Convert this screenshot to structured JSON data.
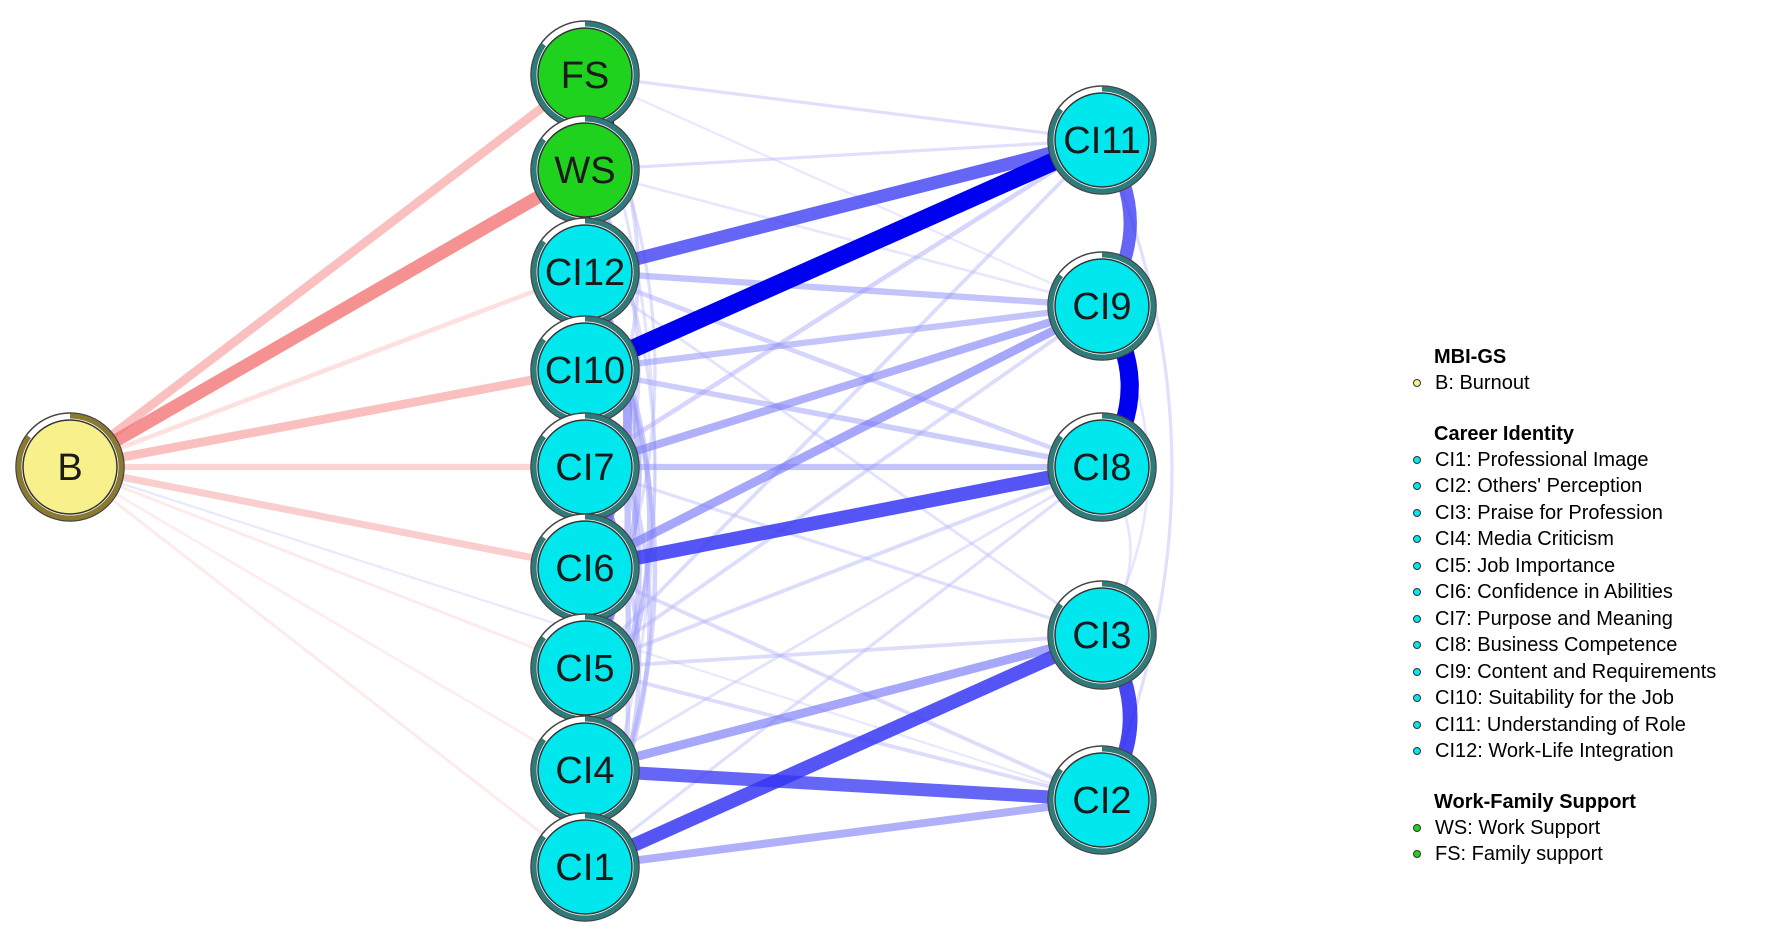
{
  "network": {
    "nodes": [
      {
        "id": "B",
        "label": "B",
        "group": "MBI-GS"
      },
      {
        "id": "FS",
        "label": "FS",
        "group": "Work-Family Support"
      },
      {
        "id": "WS",
        "label": "WS",
        "group": "Work-Family Support"
      },
      {
        "id": "CI12",
        "label": "CI12",
        "group": "Career Identity"
      },
      {
        "id": "CI10",
        "label": "CI10",
        "group": "Career Identity"
      },
      {
        "id": "CI7",
        "label": "CI7",
        "group": "Career Identity"
      },
      {
        "id": "CI6",
        "label": "CI6",
        "group": "Career Identity"
      },
      {
        "id": "CI5",
        "label": "CI5",
        "group": "Career Identity"
      },
      {
        "id": "CI4",
        "label": "CI4",
        "group": "Career Identity"
      },
      {
        "id": "CI1",
        "label": "CI1",
        "group": "Career Identity"
      },
      {
        "id": "CI11",
        "label": "CI11",
        "group": "Career Identity"
      },
      {
        "id": "CI9",
        "label": "CI9",
        "group": "Career Identity"
      },
      {
        "id": "CI8",
        "label": "CI8",
        "group": "Career Identity"
      },
      {
        "id": "CI3",
        "label": "CI3",
        "group": "Career Identity"
      },
      {
        "id": "CI2",
        "label": "CI2",
        "group": "Career Identity"
      }
    ],
    "edges": [
      {
        "from": "B",
        "to": "WS",
        "sign": "negative",
        "strength": 0.7
      },
      {
        "from": "B",
        "to": "FS",
        "sign": "negative",
        "strength": 0.45
      },
      {
        "from": "B",
        "to": "CI10",
        "sign": "negative",
        "strength": 0.45
      },
      {
        "from": "B",
        "to": "CI6",
        "sign": "negative",
        "strength": 0.35
      },
      {
        "from": "B",
        "to": "CI7",
        "sign": "negative",
        "strength": 0.3
      },
      {
        "from": "B",
        "to": "CI12",
        "sign": "negative",
        "strength": 0.2
      },
      {
        "from": "B",
        "to": "CI5",
        "sign": "negative",
        "strength": 0.1
      },
      {
        "from": "B",
        "to": "CI1",
        "sign": "negative",
        "strength": 0.1
      },
      {
        "from": "B",
        "to": "CI4",
        "sign": "negative",
        "strength": 0.08
      },
      {
        "from": "B",
        "to": "CI2",
        "sign": "positive",
        "strength": 0.06
      },
      {
        "from": "FS",
        "to": "WS",
        "sign": "positive",
        "strength": 0.95
      },
      {
        "from": "CI10",
        "to": "CI11",
        "sign": "positive",
        "strength": 1.0
      },
      {
        "from": "CI12",
        "to": "CI11",
        "sign": "positive",
        "strength": 0.7
      },
      {
        "from": "CI11",
        "to": "CI9",
        "sign": "positive",
        "strength": 0.7
      },
      {
        "from": "CI9",
        "to": "CI8",
        "sign": "positive",
        "strength": 1.0
      },
      {
        "from": "CI3",
        "to": "CI2",
        "sign": "positive",
        "strength": 0.8
      },
      {
        "from": "CI6",
        "to": "CI8",
        "sign": "positive",
        "strength": 0.75
      },
      {
        "from": "CI1",
        "to": "CI3",
        "sign": "positive",
        "strength": 0.75
      },
      {
        "from": "CI4",
        "to": "CI2",
        "sign": "positive",
        "strength": 0.7
      },
      {
        "from": "CI4",
        "to": "CI3",
        "sign": "positive",
        "strength": 0.45
      },
      {
        "from": "CI1",
        "to": "CI2",
        "sign": "positive",
        "strength": 0.4
      },
      {
        "from": "CI7",
        "to": "CI9",
        "sign": "positive",
        "strength": 0.4
      },
      {
        "from": "CI6",
        "to": "CI9",
        "sign": "positive",
        "strength": 0.45
      },
      {
        "from": "CI12",
        "to": "CI9",
        "sign": "positive",
        "strength": 0.3
      },
      {
        "from": "CI10",
        "to": "CI9",
        "sign": "positive",
        "strength": 0.3
      },
      {
        "from": "CI7",
        "to": "CI8",
        "sign": "positive",
        "strength": 0.3
      },
      {
        "from": "CI10",
        "to": "CI8",
        "sign": "positive",
        "strength": 0.25
      },
      {
        "from": "CI12",
        "to": "CI8",
        "sign": "positive",
        "strength": 0.2
      },
      {
        "from": "CI7",
        "to": "CI11",
        "sign": "positive",
        "strength": 0.2
      },
      {
        "from": "CI5",
        "to": "CI11",
        "sign": "positive",
        "strength": 0.15
      },
      {
        "from": "CI5",
        "to": "CI9",
        "sign": "positive",
        "strength": 0.15
      },
      {
        "from": "CI5",
        "to": "CI8",
        "sign": "positive",
        "strength": 0.15
      },
      {
        "from": "CI5",
        "to": "CI3",
        "sign": "positive",
        "strength": 0.15
      },
      {
        "from": "CI5",
        "to": "CI2",
        "sign": "positive",
        "strength": 0.15
      },
      {
        "from": "CI6",
        "to": "CI2",
        "sign": "positive",
        "strength": 0.15
      },
      {
        "from": "CI7",
        "to": "CI3",
        "sign": "positive",
        "strength": 0.12
      },
      {
        "from": "CI12",
        "to": "CI3",
        "sign": "positive",
        "strength": 0.1
      },
      {
        "from": "CI1",
        "to": "CI8",
        "sign": "positive",
        "strength": 0.12
      },
      {
        "from": "CI4",
        "to": "CI8",
        "sign": "positive",
        "strength": 0.1
      },
      {
        "from": "FS",
        "to": "CI11",
        "sign": "positive",
        "strength": 0.12
      },
      {
        "from": "WS",
        "to": "CI11",
        "sign": "positive",
        "strength": 0.12
      },
      {
        "from": "WS",
        "to": "CI9",
        "sign": "positive",
        "strength": 0.08
      },
      {
        "from": "FS",
        "to": "CI9",
        "sign": "positive",
        "strength": 0.06
      },
      {
        "from": "CI11",
        "to": "CI2",
        "sign": "positive",
        "strength": 0.12
      },
      {
        "from": "CI9",
        "to": "CI3",
        "sign": "positive",
        "strength": 0.08
      },
      {
        "from": "CI8",
        "to": "CI3",
        "sign": "positive",
        "strength": 0.08
      },
      {
        "from": "CI12",
        "to": "CI6",
        "sign": "positive",
        "strength": 0.45
      },
      {
        "from": "CI12",
        "to": "CI5",
        "sign": "positive",
        "strength": 0.3
      },
      {
        "from": "CI10",
        "to": "CI5",
        "sign": "positive",
        "strength": 0.3
      },
      {
        "from": "CI7",
        "to": "CI5",
        "sign": "positive",
        "strength": 0.5
      },
      {
        "from": "CI10",
        "to": "CI6",
        "sign": "positive",
        "strength": 0.25
      },
      {
        "from": "CI12",
        "to": "CI4",
        "sign": "positive",
        "strength": 0.25
      },
      {
        "from": "CI10",
        "to": "CI4",
        "sign": "positive",
        "strength": 0.25
      },
      {
        "from": "CI12",
        "to": "CI1",
        "sign": "positive",
        "strength": 0.2
      },
      {
        "from": "CI10",
        "to": "CI1",
        "sign": "positive",
        "strength": 0.2
      },
      {
        "from": "CI7",
        "to": "CI4",
        "sign": "positive",
        "strength": 0.25
      },
      {
        "from": "CI7",
        "to": "CI1",
        "sign": "positive",
        "strength": 0.2
      },
      {
        "from": "CI6",
        "to": "CI4",
        "sign": "positive",
        "strength": 0.2
      },
      {
        "from": "CI6",
        "to": "CI1",
        "sign": "positive",
        "strength": 0.2
      },
      {
        "from": "CI5",
        "to": "CI1",
        "sign": "positive",
        "strength": 0.2
      },
      {
        "from": "CI12",
        "to": "CI7",
        "sign": "positive",
        "strength": 0.2
      },
      {
        "from": "FS",
        "to": "CI7",
        "sign": "positive",
        "strength": 0.15
      },
      {
        "from": "FS",
        "to": "CI5",
        "sign": "positive",
        "strength": 0.12
      },
      {
        "from": "WS",
        "to": "CI10",
        "sign": "positive",
        "strength": 0.15
      },
      {
        "from": "WS",
        "to": "CI6",
        "sign": "positive",
        "strength": 0.15
      },
      {
        "from": "WS",
        "to": "CI4",
        "sign": "positive",
        "strength": 0.12
      },
      {
        "from": "FS",
        "to": "CI1",
        "sign": "positive",
        "strength": 0.1
      }
    ]
  },
  "legend": {
    "groups": [
      {
        "title": "MBI-GS",
        "color": "#F8F08A",
        "items": [
          "B: Burnout"
        ]
      },
      {
        "title": "Career Identity",
        "color": "#00E8EE",
        "items": [
          "CI1: Professional Image",
          "CI2: Others' Perception",
          "CI3: Praise for Profession",
          "CI4: Media Criticism",
          "CI5: Job Importance",
          "CI6: Confidence in Abilities",
          "CI7: Purpose and Meaning",
          "CI8: Business Competence",
          "CI9: Content and Requirements",
          "CI10: Suitability for the Job",
          "CI11: Understanding of Role",
          "CI12: Work-Life Integration"
        ]
      },
      {
        "title": "Work-Family Support",
        "color": "#1ED21E",
        "items": [
          "WS: Work Support",
          "FS: Family support"
        ]
      }
    ]
  },
  "colors": {
    "positive_edge": "#0000F0",
    "negative_edge": "#F04848",
    "ring": "#2E7B7B",
    "b_ring": "#8A7A30"
  }
}
